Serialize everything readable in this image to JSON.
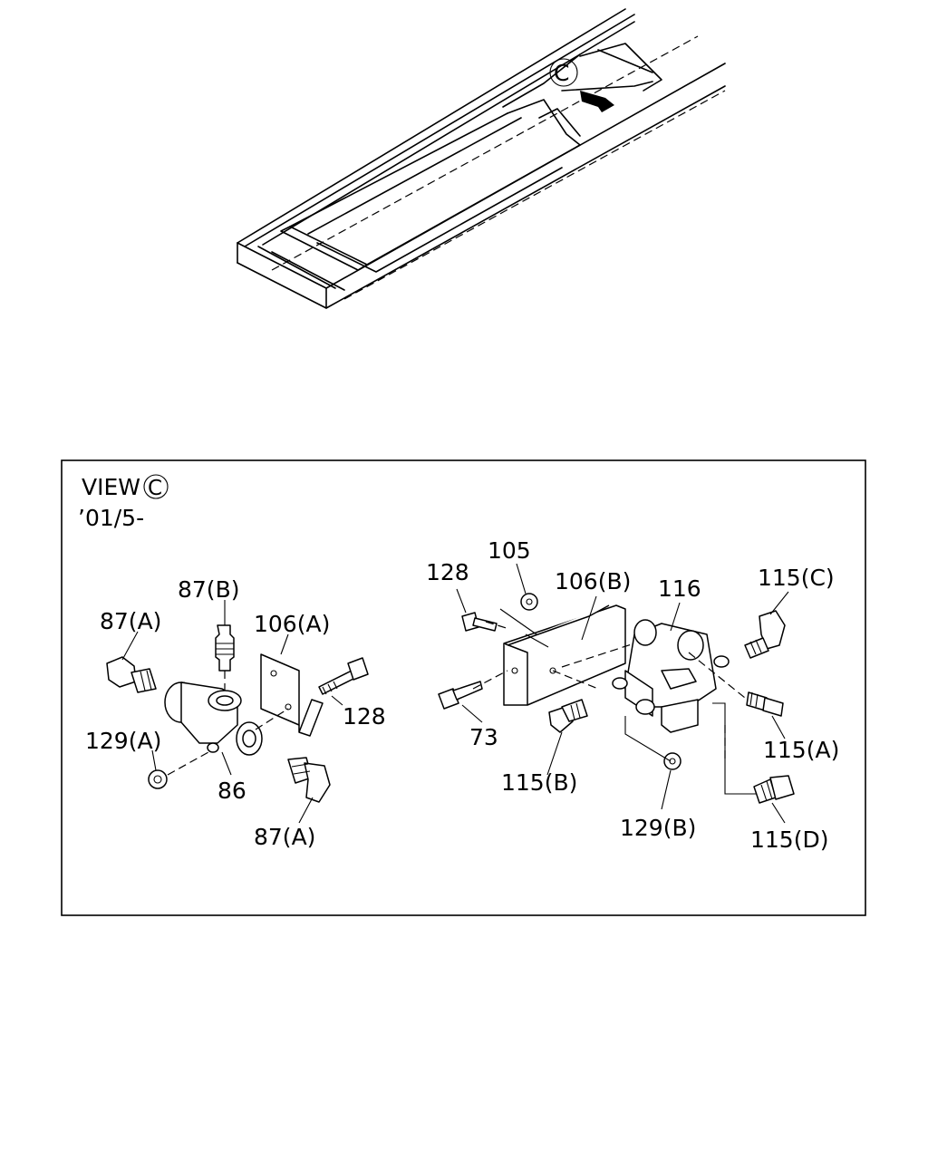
{
  "view": {
    "title": "VIEW",
    "view_letter": "C",
    "date_code": "’01/5-"
  },
  "overview": {
    "callout_letter": "C"
  },
  "left_group": {
    "label_87b": "87(B)",
    "label_87a_top": "87(A)",
    "label_106a": "106(A)",
    "label_128": "128",
    "label_129a": "129(A)",
    "label_86": "86",
    "label_87a_bottom": "87(A)"
  },
  "right_group": {
    "label_105": "105",
    "label_128": "128",
    "label_106b": "106(B)",
    "label_116": "116",
    "label_115c": "115(C)",
    "label_73": "73",
    "label_115a": "115(A)",
    "label_115b": "115(B)",
    "label_129b": "129(B)",
    "label_115d": "115(D)"
  }
}
